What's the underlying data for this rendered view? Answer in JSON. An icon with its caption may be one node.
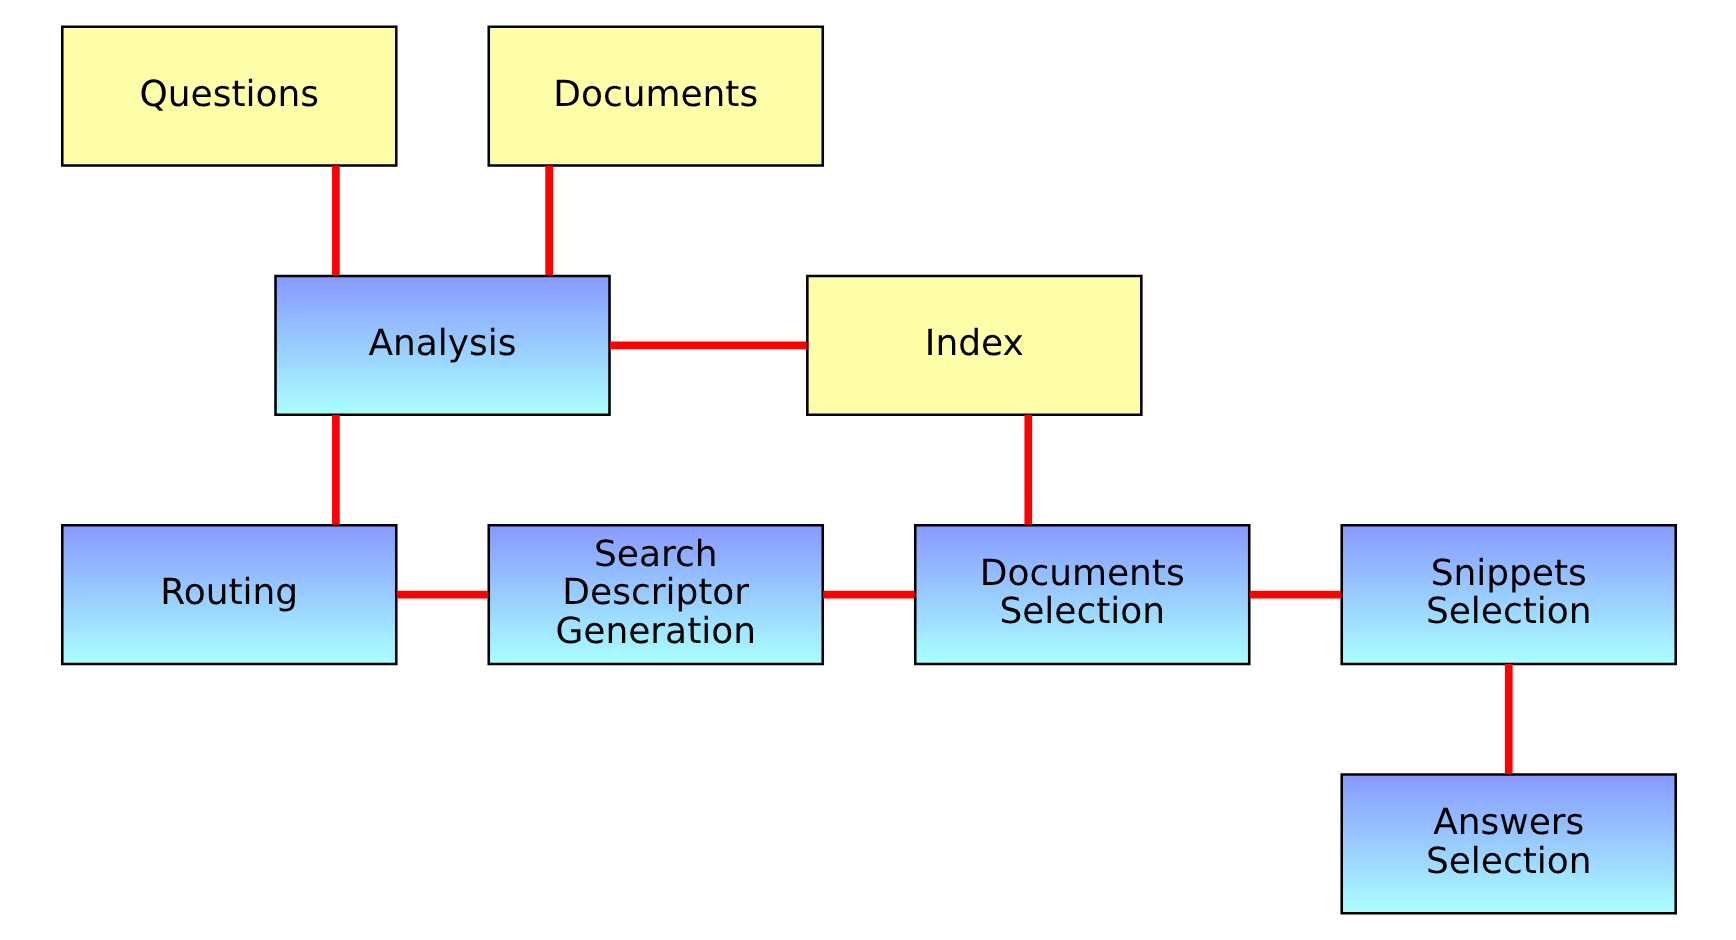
{
  "diagram": {
    "nodes": [
      {
        "text": [
          "Questions"
        ]
      },
      {
        "text": [
          "Documents"
        ]
      },
      {
        "text": [
          "Analysis"
        ]
      },
      {
        "text": [
          "Index"
        ]
      },
      {
        "text": [
          "Routing"
        ]
      },
      {
        "text": [
          "Search Descriptor Generation"
        ]
      },
      {
        "text": [
          "Documents Selection"
        ]
      },
      {
        "text": [
          "Snippets Selection"
        ]
      },
      {
        "text": [
          "Answers Selection"
        ]
      }
    ],
    "edges": [
      {
        "from": 0,
        "to": 2,
        "arrow": "none"
      },
      {
        "from": 1,
        "to": 2,
        "arrow": "none"
      },
      {
        "from": 2,
        "to": 3,
        "arrow": "none"
      },
      {
        "from": 2,
        "to": 4,
        "arrow": "none"
      },
      {
        "from": 4,
        "to": 5,
        "arrow": "none"
      },
      {
        "from": 5,
        "to": 6,
        "arrow": "none"
      },
      {
        "from": 3,
        "to": 6,
        "arrow": "none"
      },
      {
        "from": 6,
        "to": 7,
        "arrow": "none"
      },
      {
        "from": 7,
        "to": 8,
        "arrow": "none"
      }
    ]
  }
}
